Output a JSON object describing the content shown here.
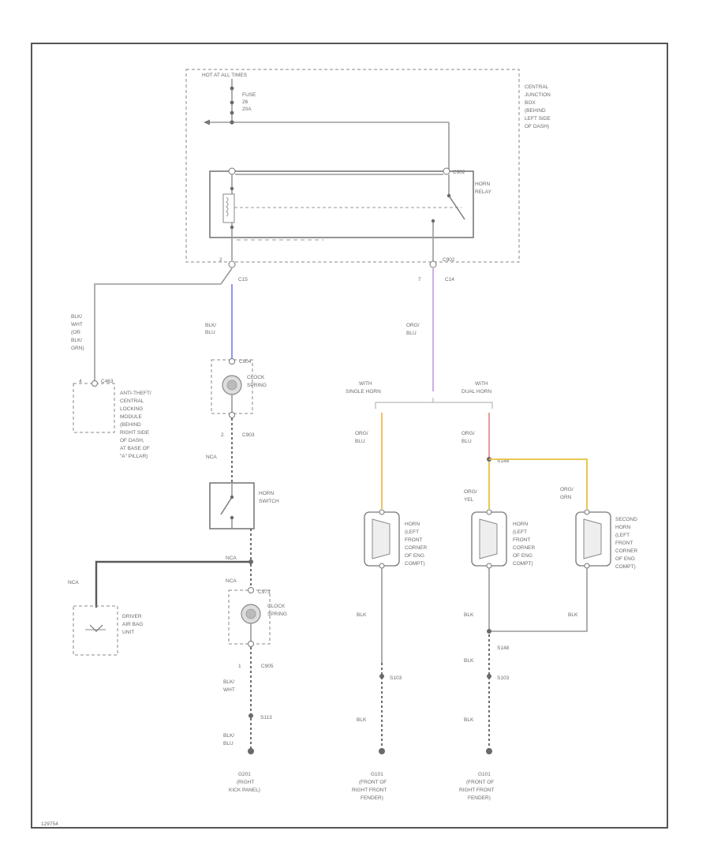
{
  "diagram": {
    "footer_code": "129754",
    "power": {
      "top_label": "HOT AT ALL TIMES",
      "fuse": [
        "FUSE",
        "26",
        "20A"
      ],
      "cjb": [
        "CENTRAL",
        "JUNCTION",
        "BOX",
        "(BEHIND",
        "LEFT SIDE",
        "OF DASH)"
      ]
    },
    "relay": {
      "name": [
        "HORN",
        "RELAY"
      ],
      "connector": "C902"
    },
    "left_branch": {
      "connector_top": "C15",
      "pin": "2",
      "wire1": [
        "BLK/",
        "BLU"
      ],
      "clock_spring_conn": "C904",
      "clock_spring": [
        "CLOCK",
        "SPRING"
      ],
      "pin2": "2",
      "conn2": "C903",
      "wire2": "NCA",
      "horn_switch": [
        "HORN",
        "SWITCH"
      ],
      "wire3": "NCA",
      "wire4": "NCA",
      "clock_spring2_conn": "C973",
      "clock_spring2": [
        "CLOCK",
        "SPRING"
      ],
      "pin3": "1",
      "conn3": "C905",
      "wire5": [
        "BLK/",
        "WHT"
      ],
      "splice": "S113",
      "wire6": [
        "BLK/",
        "BLU"
      ],
      "ground": [
        "G201",
        "(RIGHT",
        "KICK PANEL)"
      ]
    },
    "module_branch": {
      "wire": [
        "BLK/",
        "WHT",
        "(OR",
        "BLK/",
        "GRN)"
      ],
      "connector": "C463",
      "pin": "4",
      "module": [
        "ANTI-THEFT/",
        "CENTRAL",
        "LOCKING",
        "MODULE",
        "(BEHIND",
        "RIGHT SIDE",
        "OF DASH,",
        "AT BASE OF",
        "\"A\" PILLAR)"
      ]
    },
    "airbag": {
      "wire": "NCA",
      "unit": [
        "DRIVER",
        "AIR BAG",
        "UNIT"
      ]
    },
    "right_branch": {
      "connector": "C14",
      "pin": "7",
      "conn_relay": "C902",
      "wire": [
        "ORG/",
        "BLU"
      ],
      "single_horn": [
        "WITH",
        "SINGLE HORN"
      ],
      "dual_horn": [
        "WITH",
        "DUAL HORN"
      ],
      "single_wire": [
        "ORG/",
        "BLU"
      ],
      "dual_wire": [
        "ORG/",
        "BLU"
      ],
      "dual_splice": "S148",
      "wire_yel": [
        "ORG/",
        "YEL"
      ],
      "wire_grn": [
        "ORG/",
        "GRN"
      ],
      "horn1": [
        "HORN",
        "(LEFT",
        "FRONT",
        "CORNER",
        "OF ENG",
        "COMPT)"
      ],
      "horn2": [
        "HORN",
        "(LEFT",
        "FRONT",
        "CORNER",
        "OF ENG",
        "COMPT)"
      ],
      "horn3": [
        "SECOND",
        "HORN",
        "(LEFT",
        "FRONT",
        "CORNER",
        "OF ENG",
        "COMPT)"
      ],
      "blk1": "BLK",
      "blk2": "BLK",
      "blk3": "BLK",
      "s148b": "S148",
      "blk4": "BLK",
      "s103a": "S103",
      "s103b": "S103",
      "blk5": "BLK",
      "blk6": "BLK",
      "ground1": [
        "G101",
        "(FRONT OF",
        "RIGHT FRONT",
        "FENDER)"
      ],
      "ground2": [
        "G101",
        "(FRONT OF",
        "RIGHT FRONT",
        "FENDER)"
      ]
    },
    "colors": {
      "blu": "#8a8af0",
      "violet": "#c8a4e8",
      "orange": "#f2b850",
      "red": "#e89090",
      "yellow": "#e8c040"
    }
  }
}
